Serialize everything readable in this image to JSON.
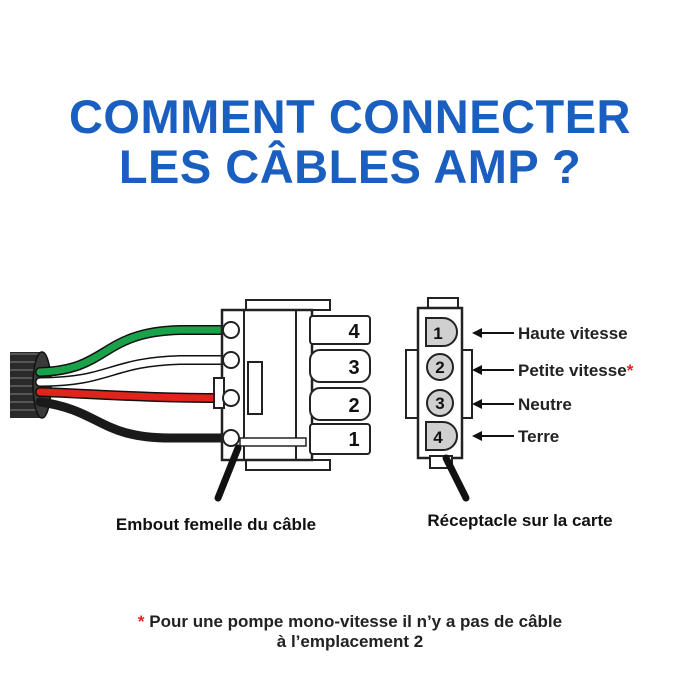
{
  "title": {
    "line1": "COMMENT CONNECTER",
    "line2": "LES CÂBLES AMP ?"
  },
  "colors": {
    "title": "#1a5fc0",
    "wire_green": "#1aa24a",
    "wire_white": "#ffffff",
    "wire_red": "#e0241b",
    "wire_black": "#1a1a1a",
    "asterisk": "#e0241b"
  },
  "plug": {
    "caption": "Embout femelle du câble",
    "slot_numbers": [
      "4",
      "3",
      "2",
      "1"
    ]
  },
  "receptacle": {
    "caption": "Réceptacle sur la carte",
    "pin_numbers": [
      "1",
      "2",
      "3",
      "4"
    ],
    "pin_labels": [
      "Haute vitesse",
      "Petite vitesse",
      "Neutre",
      "Terre"
    ],
    "asterisk": "*"
  },
  "footnote": {
    "asterisk": "*",
    "line1": "Pour une pompe mono-vitesse il n’y a pas de câble",
    "line2": "à l’emplacement 2"
  }
}
